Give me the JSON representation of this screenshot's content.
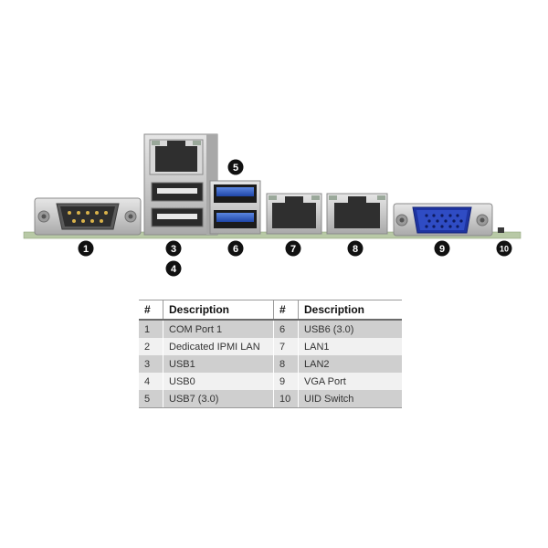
{
  "callouts": [
    "1",
    "3",
    "4",
    "5",
    "6",
    "7",
    "8",
    "9",
    "10"
  ],
  "legend": {
    "headers": {
      "num": "#",
      "desc": "Description"
    },
    "rows": [
      {
        "n1": "1",
        "d1": "COM Port 1",
        "n2": "6",
        "d2": "USB6 (3.0)"
      },
      {
        "n1": "2",
        "d1": "Dedicated IPMI LAN",
        "n2": "7",
        "d2": "LAN1"
      },
      {
        "n1": "3",
        "d1": "USB1",
        "n2": "8",
        "d2": "LAN2"
      },
      {
        "n1": "4",
        "d1": "USB0",
        "n2": "9",
        "d2": "VGA Port"
      },
      {
        "n1": "5",
        "d1": "USB7 (3.0)",
        "n2": "10",
        "d2": "UID Switch"
      }
    ]
  },
  "colors": {
    "pcb": "#b8c9a6",
    "metal": "#c7c7c7",
    "usb3_blue": "#2f5fc4",
    "vga_blue": "#2a43b8",
    "callout": "#111111"
  }
}
